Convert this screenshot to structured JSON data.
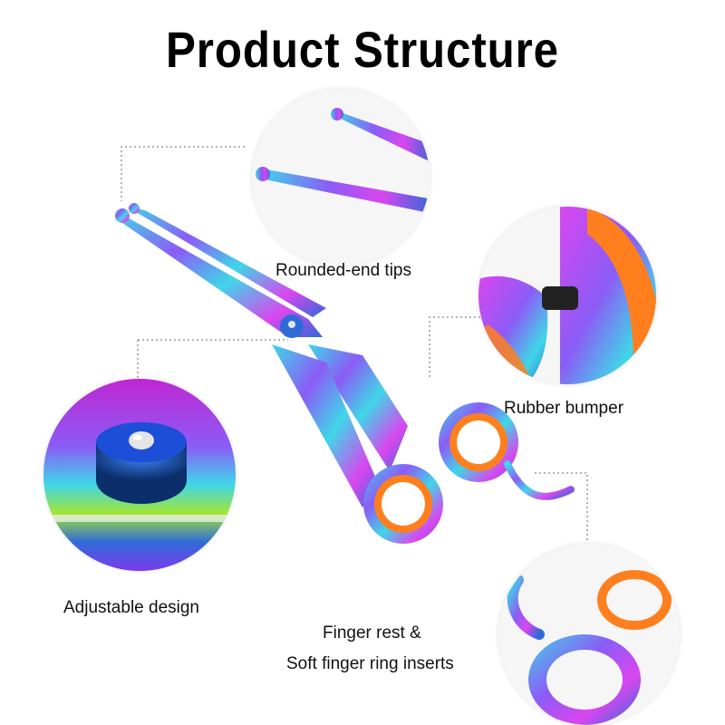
{
  "title": "Product Structure",
  "labels": {
    "tips": "Rounded-end tips",
    "bumper": "Rubber bumper",
    "adjustable": "Adjustable design",
    "finger_rest_line1": "Finger rest &",
    "finger_rest_line2": "Soft finger ring inserts"
  },
  "colors": {
    "insert_orange": "#ff7f1f",
    "blade_cyan": "#3fd6e8",
    "blade_purple": "#8b5cf6",
    "blade_blue": "#2f6bd8",
    "blade_magenta": "#d946ef",
    "leader_line": "#888888"
  },
  "icons": {
    "main": "scissors-icon",
    "tips_zoom": "rounded-tip-icon",
    "bumper_zoom": "rubber-bumper-icon",
    "screw_zoom": "adjustment-screw-icon",
    "ring_zoom": "finger-ring-insert-icon"
  }
}
